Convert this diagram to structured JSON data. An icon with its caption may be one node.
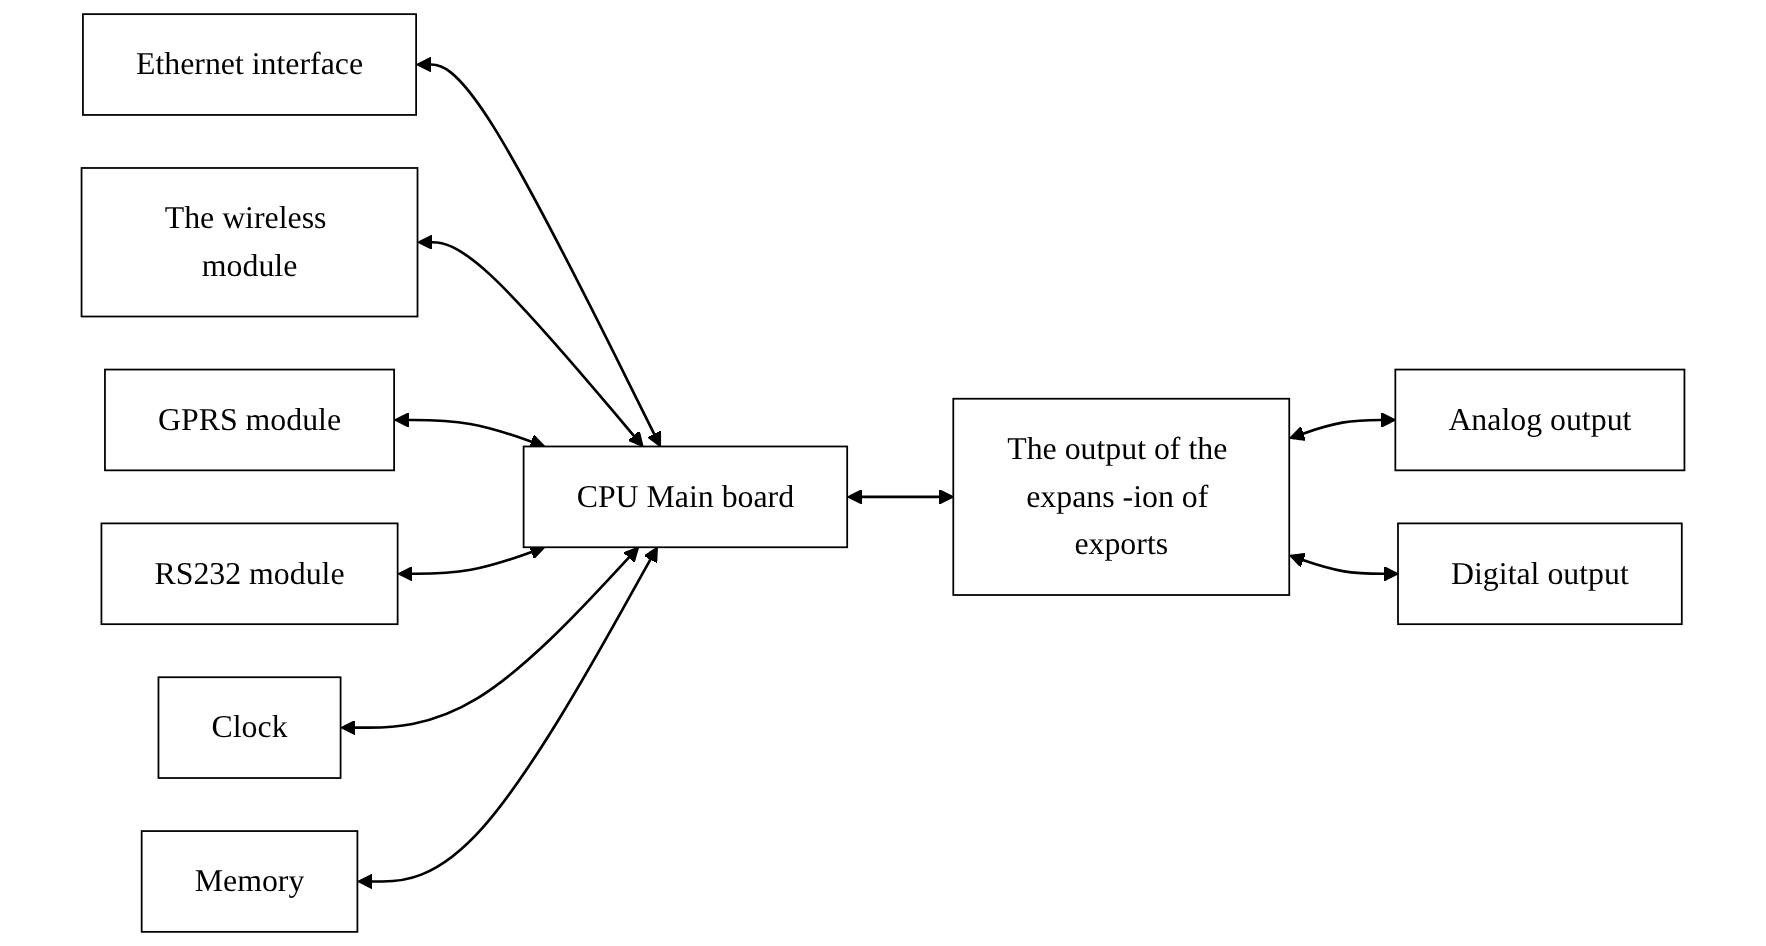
{
  "diagram": {
    "nodes": [
      {
        "text": [
          "Ethernet interface"
        ]
      },
      {
        "text": [
          "The wireless module"
        ]
      },
      {
        "text": [
          "GPRS module"
        ]
      },
      {
        "text": [
          "RS232 module"
        ]
      },
      {
        "text": [
          "CPU Main board"
        ]
      },
      {
        "text": [
          "The output of the expans -ion of exports"
        ]
      },
      {
        "text": [
          "Analog output"
        ]
      },
      {
        "text": [
          "Digital output"
        ]
      },
      {
        "text": [
          "Clock"
        ]
      },
      {
        "text": [
          "Memory"
        ]
      }
    ],
    "edges": [
      {
        "from": 0,
        "to": 4,
        "arrow": "both"
      },
      {
        "from": 1,
        "to": 4,
        "arrow": "both"
      },
      {
        "from": 2,
        "to": 4,
        "arrow": "both"
      },
      {
        "from": 3,
        "to": 4,
        "arrow": "both"
      },
      {
        "from": 4,
        "to": 5,
        "arrow": "both"
      },
      {
        "from": 5,
        "to": 6,
        "arrow": "both"
      },
      {
        "from": 5,
        "to": 7,
        "arrow": "both"
      },
      {
        "from": 8,
        "to": 4,
        "arrow": "both"
      },
      {
        "from": 9,
        "to": 4,
        "arrow": "both"
      }
    ]
  }
}
